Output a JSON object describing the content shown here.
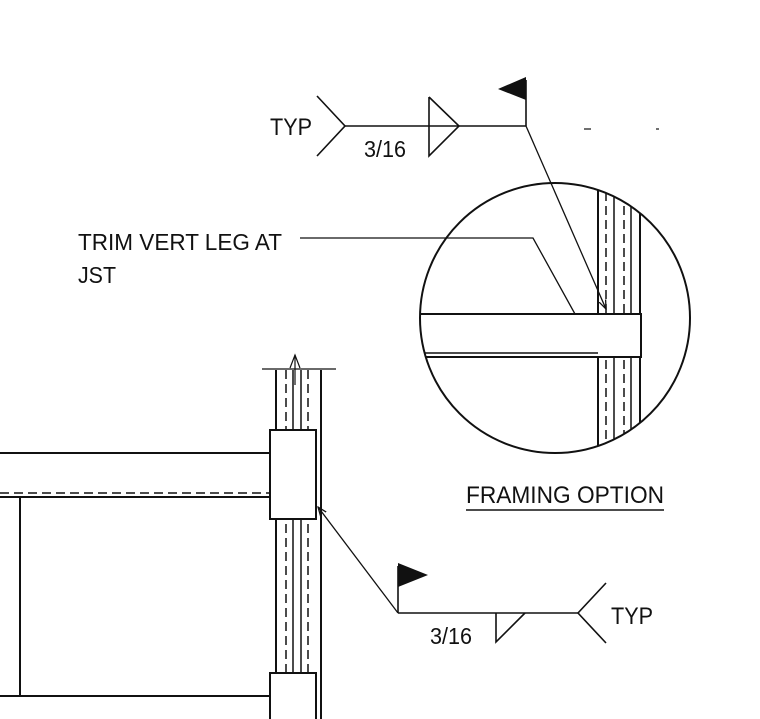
{
  "detail": {
    "weld_top": {
      "size": "3/16",
      "tail": "TYP"
    },
    "weld_bottom": {
      "size": "3/16",
      "tail": "TYP"
    },
    "note": {
      "line1": "TRIM VERT  LEG AT",
      "line2": "JST"
    },
    "option_title": "FRAMING OPTION"
  }
}
